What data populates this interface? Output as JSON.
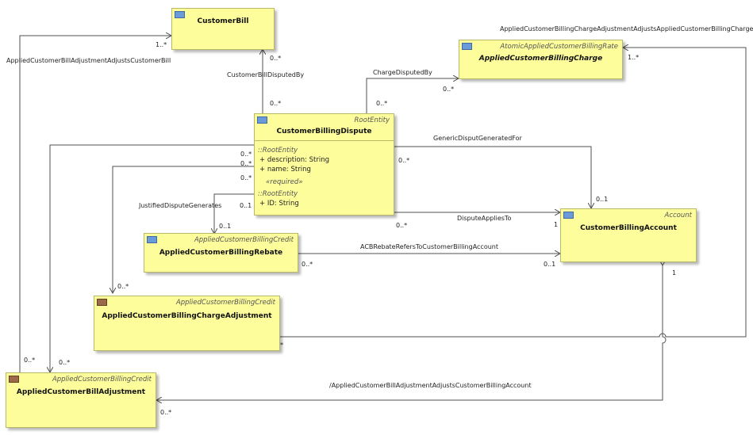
{
  "classes": {
    "customer_bill": {
      "name": "CustomerBill"
    },
    "charge": {
      "stereotype": "AtomicAppliedCustomerBillingRate",
      "name": "AppliedCustomerBillingCharge"
    },
    "dispute": {
      "stereotype": "RootEntity",
      "name": "CustomerBillingDispute",
      "group1": "::RootEntity",
      "attr_description": "+    description: String",
      "attr_name": "+    name: String",
      "required": "«required»",
      "group2": "::RootEntity",
      "attr_id": "+    ID: String"
    },
    "rebate": {
      "stereotype": "AppliedCustomerBillingCredit",
      "name": "AppliedCustomerBillingRebate"
    },
    "account": {
      "stereotype": "Account",
      "name": "CustomerBillingAccount"
    },
    "charge_adjustment": {
      "stereotype": "AppliedCustomerBillingCredit",
      "name": "AppliedCustomerBillingChargeAdjustment"
    },
    "bill_adjustment": {
      "stereotype": "AppliedCustomerBillingCredit",
      "name": "AppliedCustomerBillAdjustment"
    }
  },
  "associations": {
    "bill_adj_customer_bill": "AppliedCustomerBillAdjustmentAdjustsCustomerBill",
    "bill_disputed_by": "CustomerBillDisputedBy",
    "charge_disputed_by": "ChargeDisputedBy",
    "charge_adj_adjusts": "AppliedCustomerBillingChargeAdjustmentAdjustsAppliedCustomerBillingCharge",
    "generic_disput": "GenericDisputGeneratedFor",
    "justified_dispute": "JustifiedDisputeGenerates",
    "dispute_applies_to": "DisputeAppliesTo",
    "acb_rebate": "ACBRebateRefersToCustomerBillingAccount",
    "bill_adj_account": "/AppliedCustomerBillAdjustmentAdjustsCustomerBillingAccount"
  },
  "multiplicities": {
    "cb_bill_adj": "1..*",
    "cb_disputed": "0..*",
    "dispute_top": "0..*",
    "dispute_charge": "0..*",
    "charge_left": "0..*",
    "charge_right": "1..*",
    "dispute_right_top": "0..*",
    "account_top": "0..1",
    "dispute_left_1": "0..*",
    "dispute_left_2": "0..*",
    "dispute_left_3": "0..*",
    "dispute_left_4": "0..1",
    "rebate_top": "0..1",
    "dispute_bottom": "0..*",
    "account_left": "1",
    "rebate_right": "0..*",
    "account_left_2": "0..1",
    "account_bottom": "1",
    "charge_adj_top": "0..*",
    "charge_adj_right": "*",
    "bill_adj_1": "0..*",
    "bill_adj_2": "0..*",
    "bill_adj_bottom": "0..*"
  },
  "colors": {
    "class_fill": "#fdfd9b",
    "class_border": "#b8b86a",
    "line": "#505050",
    "icon": "#6b9ad8"
  }
}
